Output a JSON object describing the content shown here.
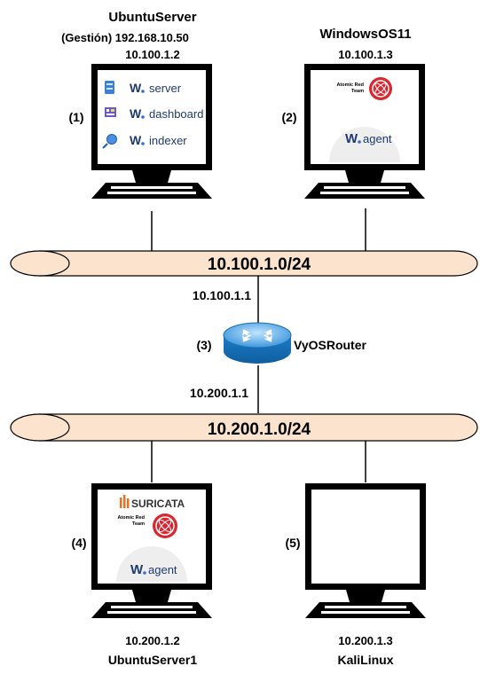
{
  "networks": {
    "net1": {
      "cidr": "10.100.1.0/24"
    },
    "net2": {
      "cidr": "10.200.1.0/24"
    }
  },
  "router": {
    "index": "(3)",
    "name": "VyOSRouter",
    "ip_top": "10.100.1.1",
    "ip_bottom": "10.200.1.1"
  },
  "hosts": {
    "h1": {
      "index": "(1)",
      "name": "UbuntuServer",
      "mgmt": "(Gestión) 192.168.10.50",
      "ip": "10.100.1.2",
      "components": [
        {
          "icon": "server-icon",
          "label": "server"
        },
        {
          "icon": "dashboard-icon",
          "label": "dashboard"
        },
        {
          "icon": "indexer-icon",
          "label": "indexer"
        }
      ]
    },
    "h2": {
      "index": "(2)",
      "name": "WindowsOS11",
      "ip": "10.100.1.3",
      "atomic_text": [
        "Atomic Red",
        "Team"
      ],
      "agent_label": "agent"
    },
    "h4": {
      "index": "(4)",
      "name": "UbuntuServer1",
      "ip": "10.200.1.2",
      "suricata_text": "SURICATA",
      "atomic_text": [
        "Atomic Red",
        "Team"
      ],
      "agent_label": "agent"
    },
    "h5": {
      "index": "(5)",
      "name": "KaliLinux",
      "ip": "10.200.1.3"
    }
  },
  "wazuh_letter": "W",
  "colors": {
    "bus_fill": "#fbe3cd",
    "router_blue": "#2f8fd6",
    "atomic_red": "#d9262f",
    "wazuh_blue": "#3a6bd0",
    "suricata_orange": "#f0701f"
  }
}
